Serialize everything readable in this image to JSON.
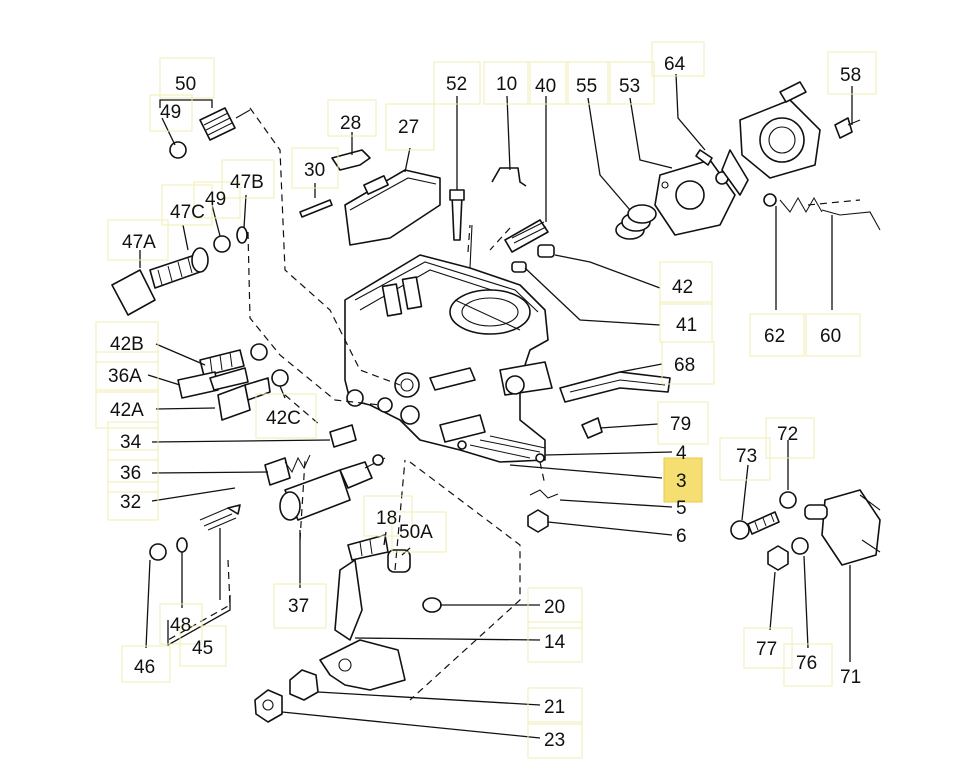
{
  "diagram": {
    "highlighted_label": "3",
    "highlight_color": "#f6df72",
    "labels": {
      "50": "50",
      "49a": "49",
      "28": "28",
      "27": "27",
      "52": "52",
      "10": "10",
      "40": "40",
      "55": "55",
      "53": "53",
      "64": "64",
      "58": "58",
      "30": "30",
      "47B": "47B",
      "47C": "47C",
      "49b": "49",
      "47A": "47A",
      "42a": "42",
      "41": "41",
      "62": "62",
      "60": "60",
      "42B": "42B",
      "36A": "36A",
      "42A": "42A",
      "42C": "42C",
      "68": "68",
      "34": "34",
      "79": "79",
      "4": "4",
      "36": "36",
      "3": "3",
      "32": "32",
      "5": "5",
      "6": "6",
      "73": "73",
      "72": "72",
      "18": "18",
      "50A": "50A",
      "37": "37",
      "20": "20",
      "48": "48",
      "45": "45",
      "46": "46",
      "14": "14",
      "77": "77",
      "76": "76",
      "71": "71",
      "21": "21",
      "23": "23"
    }
  }
}
